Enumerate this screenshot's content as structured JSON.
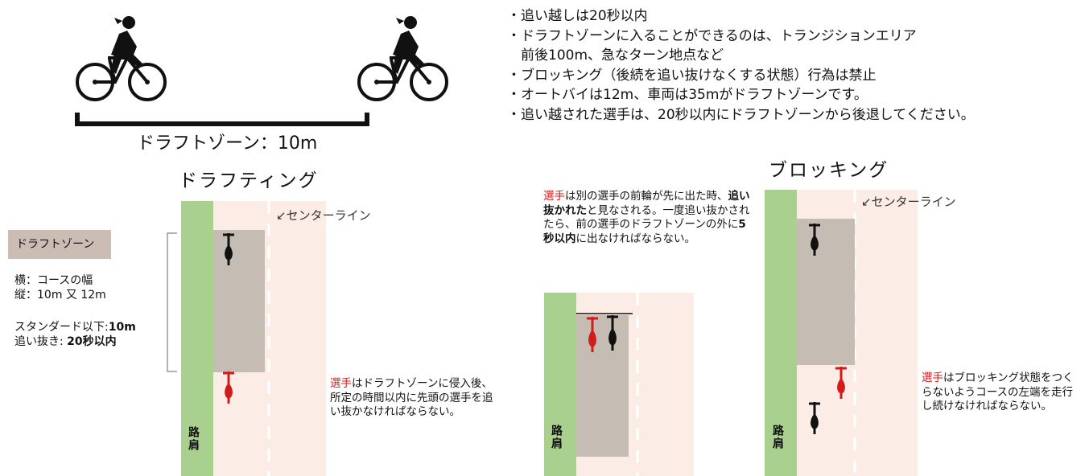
{
  "rules": [
    "・追い越しは20秒以内",
    "・ドラフトゾーンに入ることができるのは、トランジションエリア",
    "　前後100m、急なターン地点など",
    "・ブロッキング（後続を追い抜けなくする状態）行為は禁止",
    "・オートバイは12m、車両は35mがドラフトゾーンです。",
    "・追い越された選手は、20秒以内にドラフトゾーンから後退してください。"
  ],
  "zone_caption": "ドラフトゾーン：10m",
  "drafting": {
    "title": "ドラフティング",
    "center_line": "↙センターライン",
    "legend_label": "ドラフトゾーン",
    "width_line": "横：コースの幅",
    "length_line": "縦：10m 又 12m",
    "standard_prefix": "スタンダード以下:",
    "standard_value": "10m",
    "overtake_prefix": "追い抜き: ",
    "overtake_value": "20秒以内",
    "shoulder": "路肩",
    "note_red": "選手",
    "note_rest": "はドラフトゾーンに侵入後、 所定の時間以内に先頭の選手を追い抜かなければならない。"
  },
  "blocking": {
    "title": "ブロッキング",
    "center_line": "↙センターライン",
    "overtaken_red": "選手",
    "overtaken_1": "は別の選手の前輪が先に出た時、",
    "overtaken_bold1": "追い抜かれた",
    "overtaken_2": "と見なされる。一度追い抜かされたら、前の選手のドラフトゾーンの外に",
    "overtaken_bold2": "5秒以内",
    "overtaken_3": "に出なければならない。",
    "shoulder_a": "路肩",
    "shoulder_b": "路肩",
    "note_red": "選手",
    "note_rest": "はブロッキング状態をつくらないようコースの左端を走行し続けなければならない。"
  },
  "colors": {
    "shoulder_green": "#a9d08e",
    "lane_pink": "#fbece6",
    "zone_gray": "#c5bcb4",
    "red": "#d21b1b"
  }
}
